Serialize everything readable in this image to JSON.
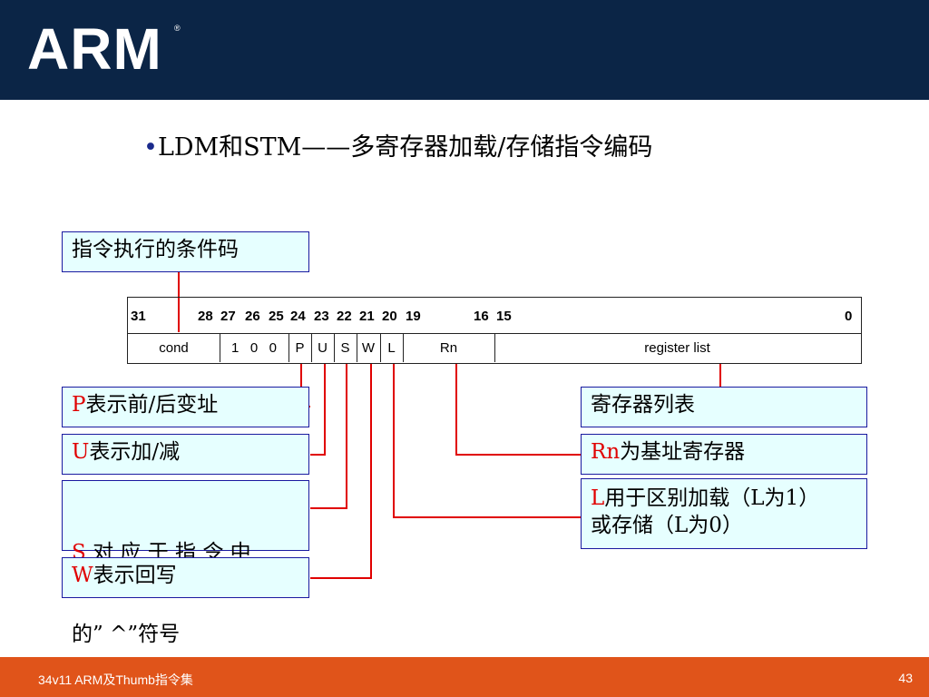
{
  "logo": {
    "text": "ARM",
    "mark": "®"
  },
  "title": {
    "bullet": "•",
    "text": "LDM和STM——多寄存器加载/存储指令编码"
  },
  "encoding": {
    "bits": [
      "31",
      "28",
      "27",
      "26",
      "25",
      "24",
      "23",
      "22",
      "21",
      "20",
      "19",
      "16",
      "15",
      "0"
    ],
    "fields": [
      "cond",
      "1   0   0",
      "P",
      "U",
      "S",
      "W",
      "L",
      "Rn",
      "register list"
    ]
  },
  "notes": {
    "cond": "指令执行的条件码",
    "p": {
      "key": "P",
      "text": "表示前/后变址"
    },
    "u": {
      "key": "U",
      "text": "表示加/减"
    },
    "s": {
      "key": "S",
      "line1": " 对 应 于 指 令 中",
      "line2": "的” ^”符号"
    },
    "w": {
      "key": "W",
      "text": "表示回写"
    },
    "reglist": "寄存器列表",
    "rn": {
      "key": "Rn",
      "text": "为基址寄存器"
    },
    "l": {
      "key": "L",
      "line1": "用于区别加载（L为1）",
      "line2": "或存储（L为0）"
    }
  },
  "colors": {
    "header": "#0b2546",
    "footer": "#e0541a",
    "connector": "#e00000",
    "box_fill": "#e6ffff",
    "box_border": "#1a1aa0"
  },
  "footer": {
    "left": "34v11 ARM及Thumb指令集",
    "page": "43"
  }
}
